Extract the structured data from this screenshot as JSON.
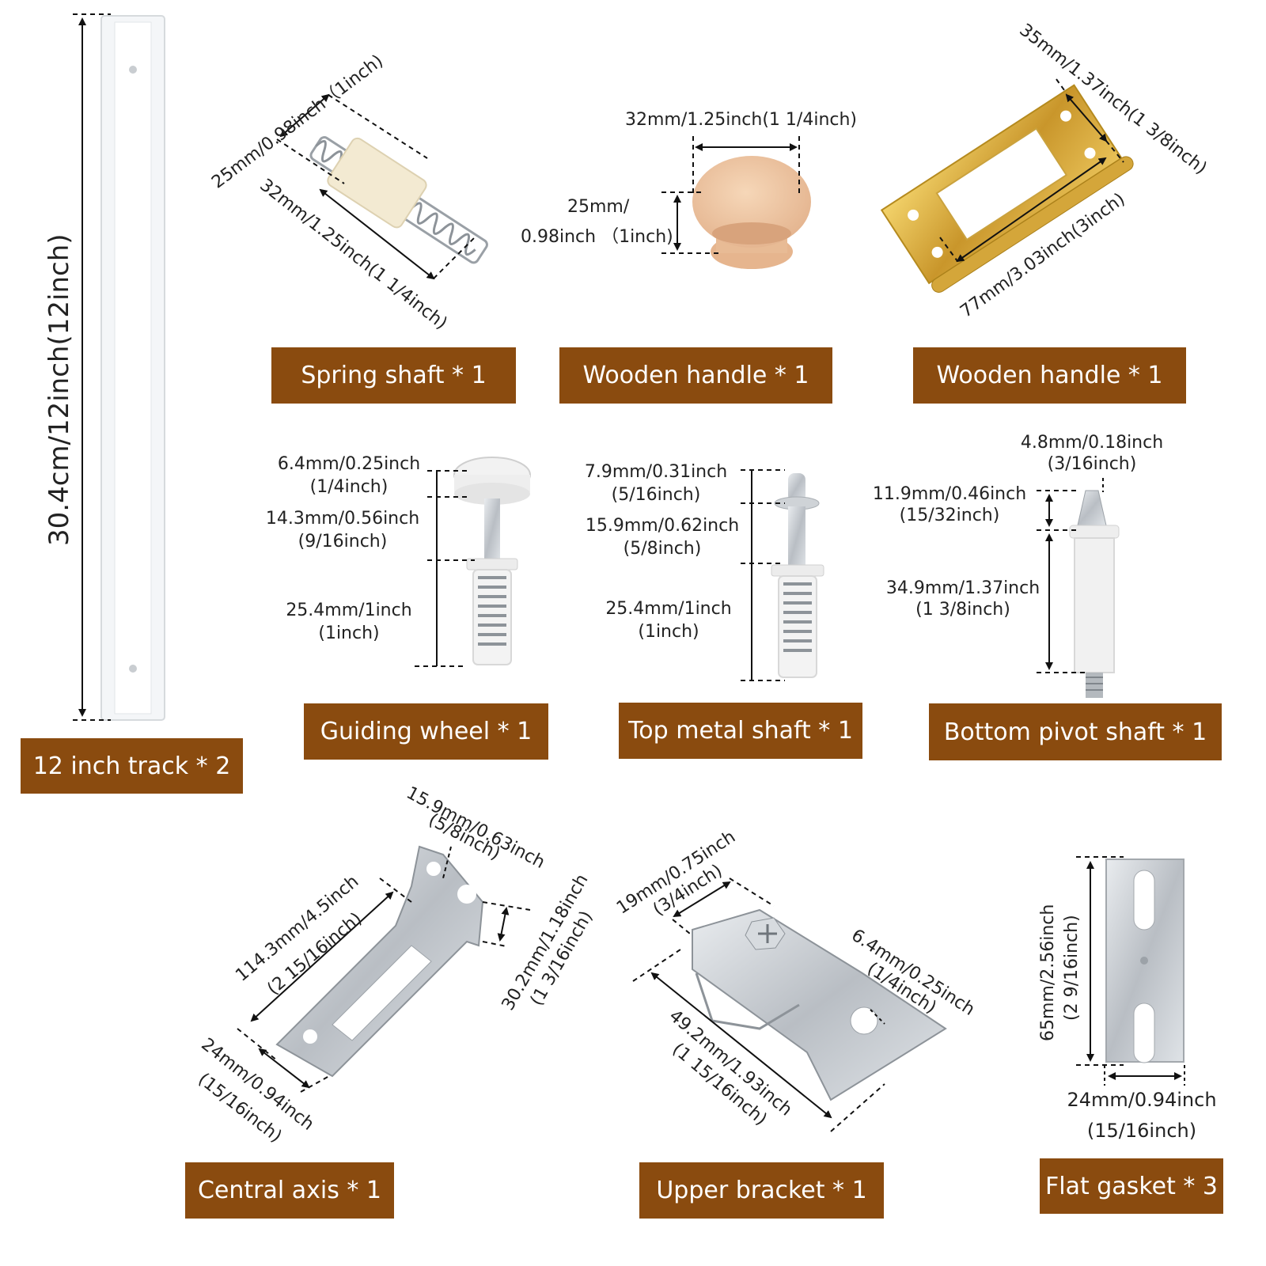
{
  "colors": {
    "label_bg": "#8a4b0f",
    "label_text": "#ffffff"
  },
  "labels": {
    "track": "12 inch track * 2",
    "spring_shaft": "Spring shaft * 1",
    "wooden_handle": "Wooden handle * 1",
    "hinge": "Wooden handle * 1",
    "guiding_wheel": "Guiding wheel * 1",
    "top_metal_shaft": "Top metal shaft * 1",
    "bottom_pivot_shaft": "Bottom pivot shaft * 1",
    "central_axis": "Central axis * 1",
    "upper_bracket": "Upper bracket * 1",
    "flat_gasket": "Flat gasket * 3"
  },
  "dimensions": {
    "track_length": "30.4cm/12inch(12inch)",
    "spring_width": "25mm/0.98inch（1inch)",
    "spring_length": "32mm/1.25inch(1 1/4inch)",
    "knob_width": "32mm/1.25inch(1 1/4inch)",
    "knob_height_a": "25mm/",
    "knob_height_b": "0.98inch （1inch)",
    "hinge_width": "35mm/1.37inch(1 3/8inch)",
    "hinge_length": "77mm/3.03inch(3inch)",
    "wheel_a1": "6.4mm/0.25inch",
    "wheel_a2": "(1/4inch)",
    "wheel_b1": "14.3mm/0.56inch",
    "wheel_b2": "(9/16inch)",
    "wheel_c1": "25.4mm/1inch",
    "wheel_c2": "(1inch)",
    "top_a1": "7.9mm/0.31inch",
    "top_a2": "(5/16inch)",
    "top_b1": "15.9mm/0.62inch",
    "top_b2": "(5/8inch)",
    "top_c1": "25.4mm/1inch",
    "top_c2": "(1inch)",
    "pivot_a1": "4.8mm/0.18inch",
    "pivot_a2": "(3/16inch)",
    "pivot_b1": "11.9mm/0.46inch",
    "pivot_b2": "(15/32inch)",
    "pivot_c1": "34.9mm/1.37inch",
    "pivot_c2": "(1 3/8inch)",
    "axis_hole1": "15.9mm/0.63inch",
    "axis_hole2": "(5/8inch)",
    "axis_len1": "114.3mm/4.5inch",
    "axis_len2": "(2 15/16inch)",
    "axis_h1": "30.2mm/1.18inch",
    "axis_h2": "(1 3/16inch)",
    "axis_w1": "24mm/0.94inch",
    "axis_w2": "(15/16inch)",
    "bracket_w1": "19mm/0.75inch",
    "bracket_w2": "(3/4inch)",
    "bracket_hole1": "6.4mm/0.25inch",
    "bracket_hole2": "(1/4inch)",
    "bracket_len1": "49.2mm/1.93inch",
    "bracket_len2": "(1 15/16inch)",
    "gasket_h1": "65mm/2.56inch",
    "gasket_h2": "(2 9/16inch)",
    "gasket_w1": "24mm/0.94inch",
    "gasket_w2": "(15/16inch)"
  }
}
